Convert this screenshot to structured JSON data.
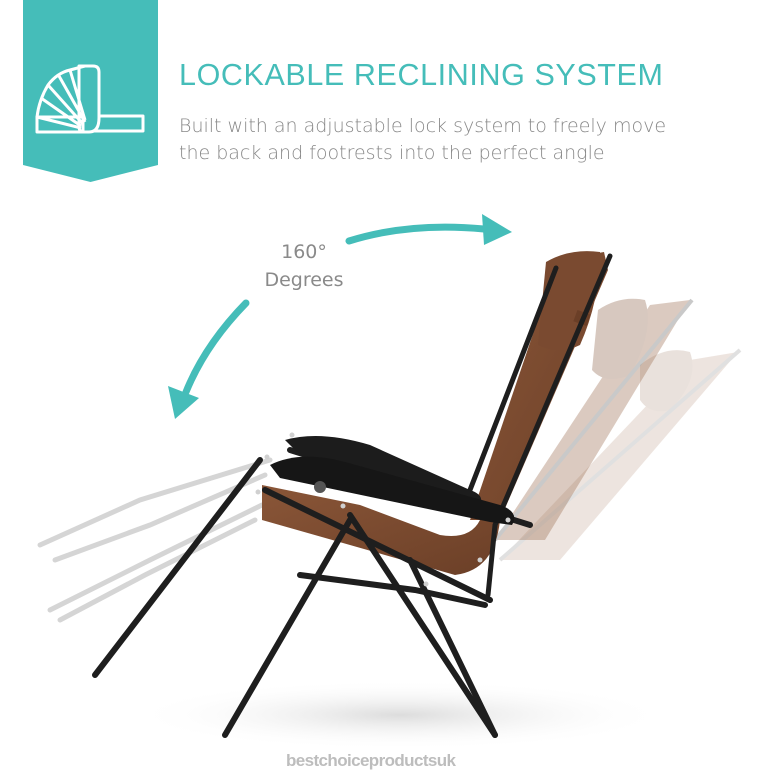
{
  "header": {
    "title": "LOCKABLE RECLINING SYSTEM",
    "description_lines": [
      "Built with an adjustable lock system to freely move",
      "the back and footrests into the perfect angle"
    ],
    "badge_icon": "reclining-angle-icon"
  },
  "callout": {
    "angle_value": "160°",
    "angle_unit": "Degrees",
    "arrows": [
      "curved-arrow-right-icon",
      "curved-arrow-down-left-icon"
    ]
  },
  "product": {
    "description": "Brown zero-gravity reclining lounge chair with black frame, shown upright with ghosted reclined positions",
    "fabric_color": "#7a4a30",
    "frame_color": "#1e1e1e"
  },
  "watermark": "bestchoiceproductsuk",
  "colors": {
    "accent": "#45bdb9",
    "text_gray": "#888888",
    "background": "#ffffff"
  }
}
